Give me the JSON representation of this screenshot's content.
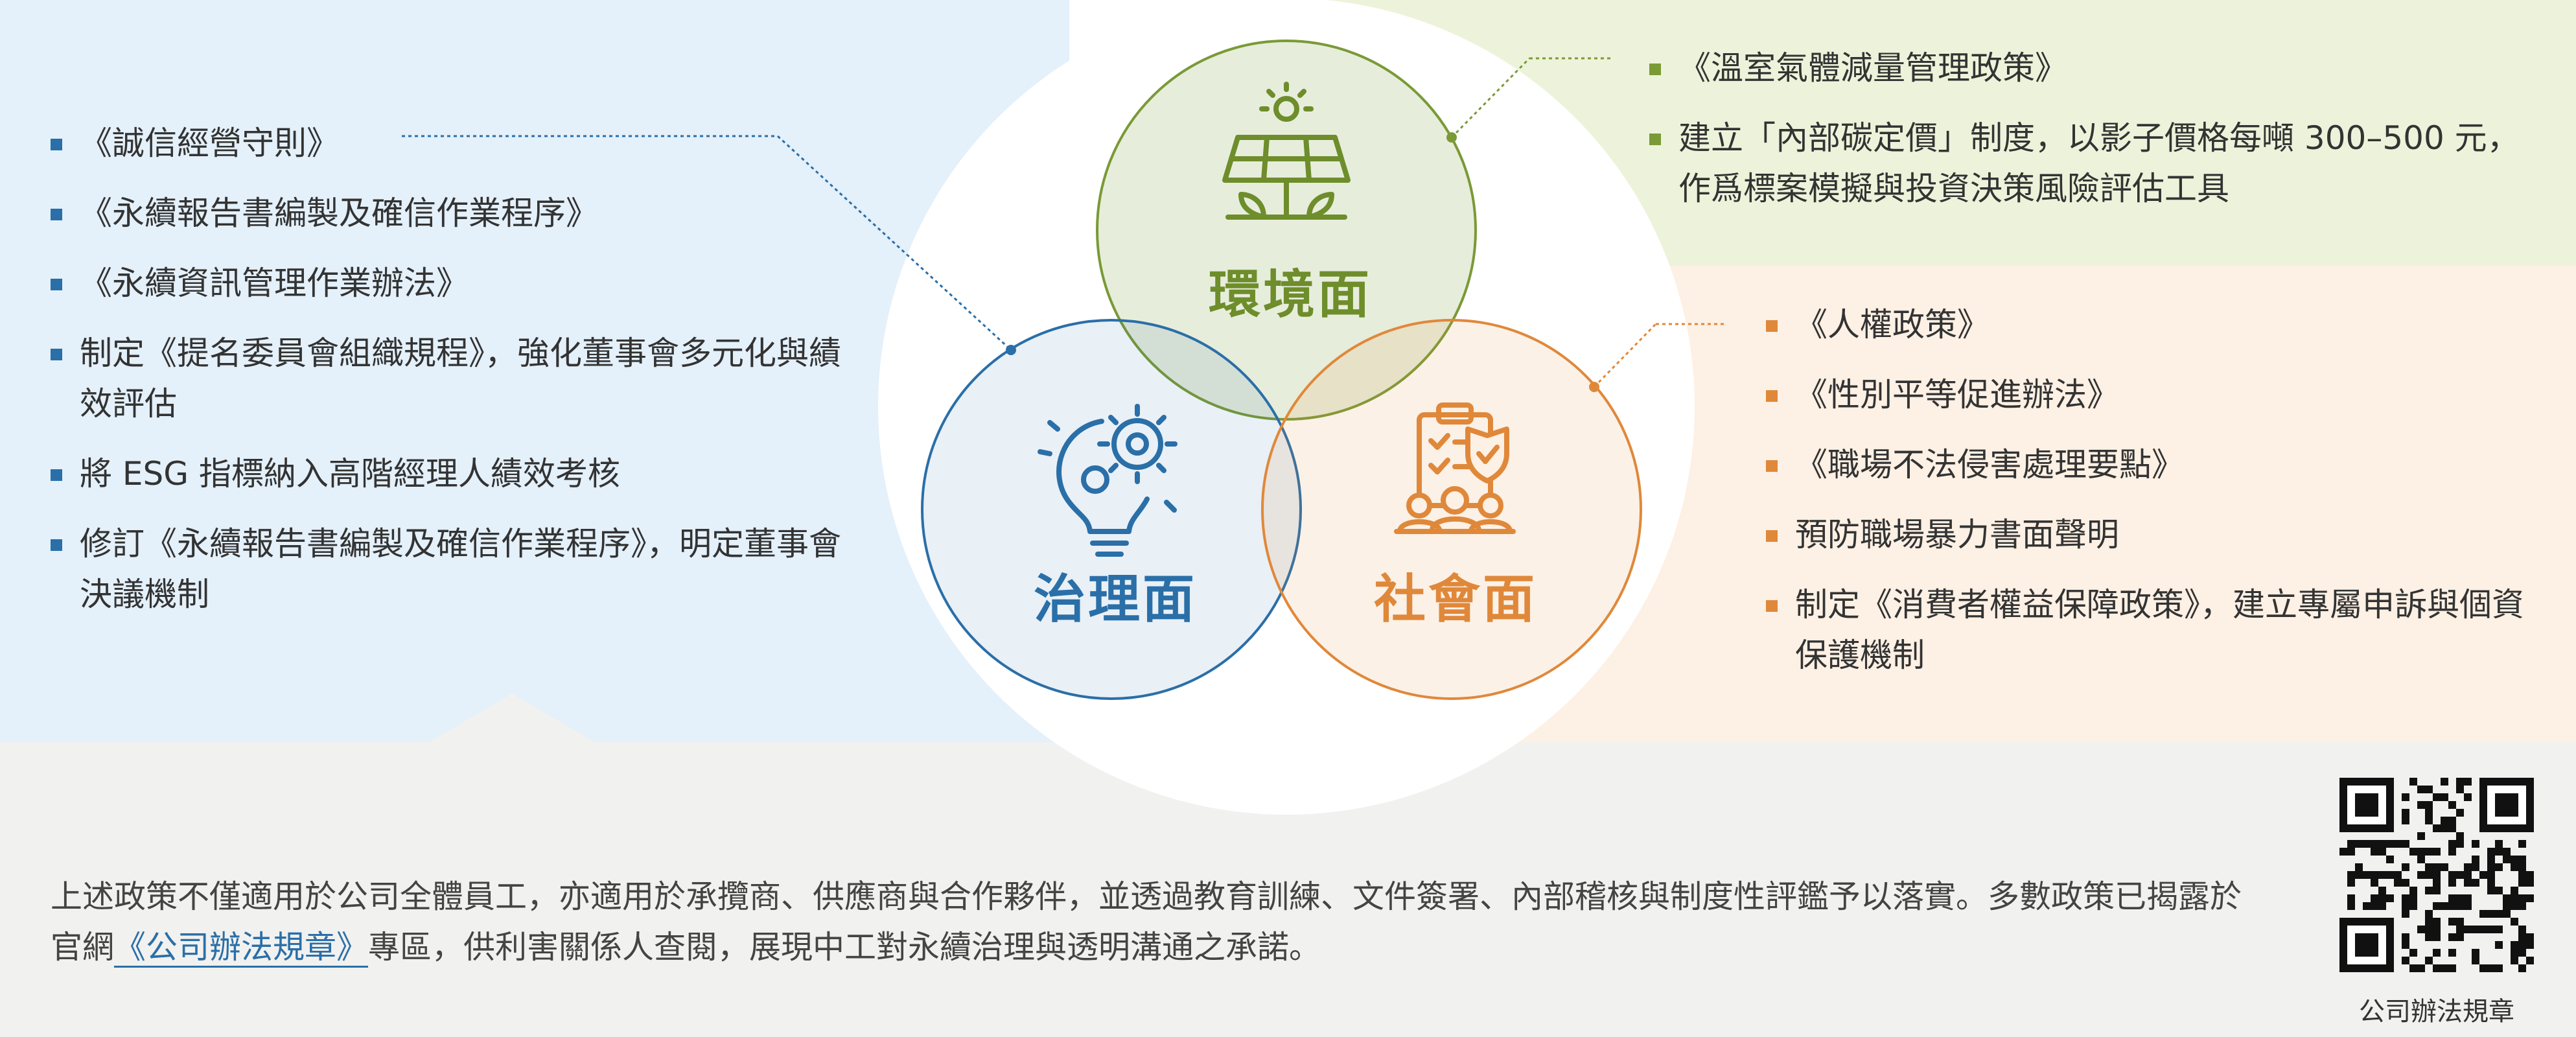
{
  "circles": {
    "environment": "環境面",
    "governance": "治理面",
    "social": "社會面"
  },
  "colors": {
    "governance": "#2a6fa8",
    "environment": "#7a9a36",
    "social": "#e0883a"
  },
  "icons": {
    "environment": "solar-panel-icon",
    "governance": "gear-lightbulb-icon",
    "social": "clipboard-people-shield-icon"
  },
  "governance_items": [
    "《誠信經營守則》",
    "《永續報告書編製及確信作業程序》",
    "《永續資訊管理作業辦法》",
    "制定《提名委員會組織規程》，強化董事會多元化與績效評估",
    "將 ESG 指標納入高階經理人績效考核",
    "修訂《永續報告書編製及確信作業程序》，明定董事會決議機制"
  ],
  "environment_items": [
    "《溫室氣體減量管理政策》",
    "建立「內部碳定價」制度，以影子價格每噸 300–500 元，作爲標案模擬與投資決策風險評估工具"
  ],
  "social_items": [
    "《人權政策》",
    "《性別平等促進辦法》",
    "《職場不法侵害處理要點》",
    "預防職場暴力書面聲明",
    "制定《消費者權益保障政策》，建立專屬申訴與個資保護機制"
  ],
  "footer": {
    "text_before": "上述政策不僅適用於公司全體員工，亦適用於承攬商、供應商與合作夥伴，並透過教育訓練、文件簽署、內部稽核與制度性評鑑予以落實。多數政策已揭露於官網",
    "link_text": "《公司辦法規章》",
    "text_after": "專區，供利害關係人查閱，展現中工對永續治理與透明溝通之承諾。",
    "qr_caption": "公司辦法規章"
  }
}
